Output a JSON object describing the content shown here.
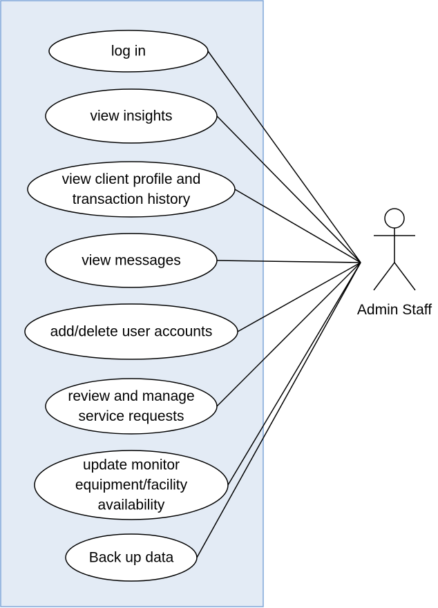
{
  "colors": {
    "boundary_fill": "#e3ebf5",
    "boundary_stroke": "#7ea6d8",
    "stroke": "#000000",
    "usecase_fill": "#ffffff"
  },
  "actor": {
    "label": "Admin Staff"
  },
  "use_cases": [
    {
      "id": "uc-log-in",
      "lines": [
        "log in"
      ]
    },
    {
      "id": "uc-view-insights",
      "lines": [
        "view insights"
      ]
    },
    {
      "id": "uc-view-client-profile",
      "lines": [
        "view client profile and",
        "transaction history"
      ]
    },
    {
      "id": "uc-view-messages",
      "lines": [
        "view messages"
      ]
    },
    {
      "id": "uc-add-delete-user-accounts",
      "lines": [
        "add/delete user accounts"
      ]
    },
    {
      "id": "uc-review-service-requests",
      "lines": [
        "review and manage",
        "service requests"
      ]
    },
    {
      "id": "uc-update-availability",
      "lines": [
        "update monitor",
        "equipment/facility",
        "availability"
      ]
    },
    {
      "id": "uc-back-up-data",
      "lines": [
        "Back up data"
      ]
    }
  ]
}
